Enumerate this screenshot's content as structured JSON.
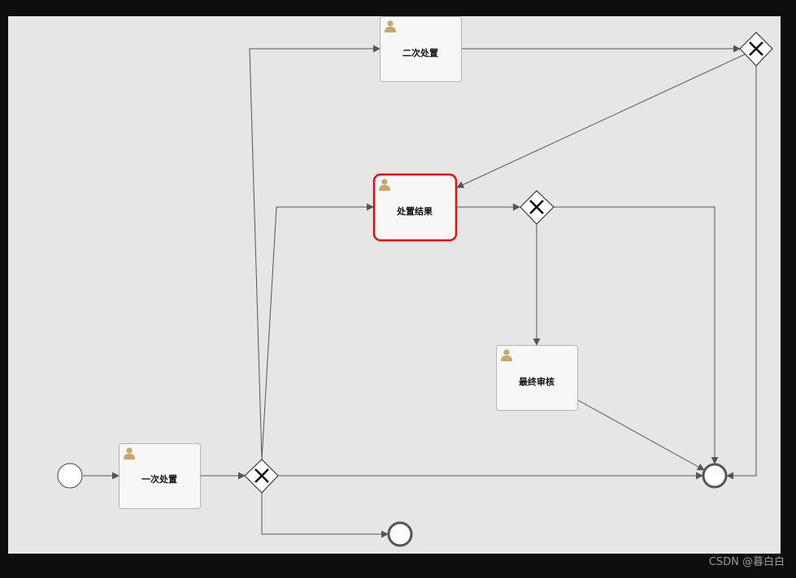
{
  "diagram": {
    "tasks": {
      "first_handling": {
        "label": "一次处置",
        "icon": "user-icon"
      },
      "second_handling": {
        "label": "二次处置",
        "icon": "user-icon"
      },
      "handling_result": {
        "label": "处置结果",
        "icon": "user-icon",
        "highlighted": true
      },
      "final_review": {
        "label": "最终审核",
        "icon": "user-icon"
      }
    },
    "gateways": [
      "exclusive-gateway-1",
      "exclusive-gateway-2",
      "exclusive-gateway-3"
    ],
    "events": [
      "start-event",
      "end-event-1",
      "end-event-2"
    ]
  },
  "colors": {
    "canvas": "#e6e6e6",
    "frame": "#0e0e0e",
    "task_fill": "#f7f7f7",
    "task_border": "#b3b3b3",
    "highlight": "#e01010",
    "flow": "#555555",
    "user_icon": "#c8a86a"
  },
  "watermark": "CSDN @暮白白"
}
